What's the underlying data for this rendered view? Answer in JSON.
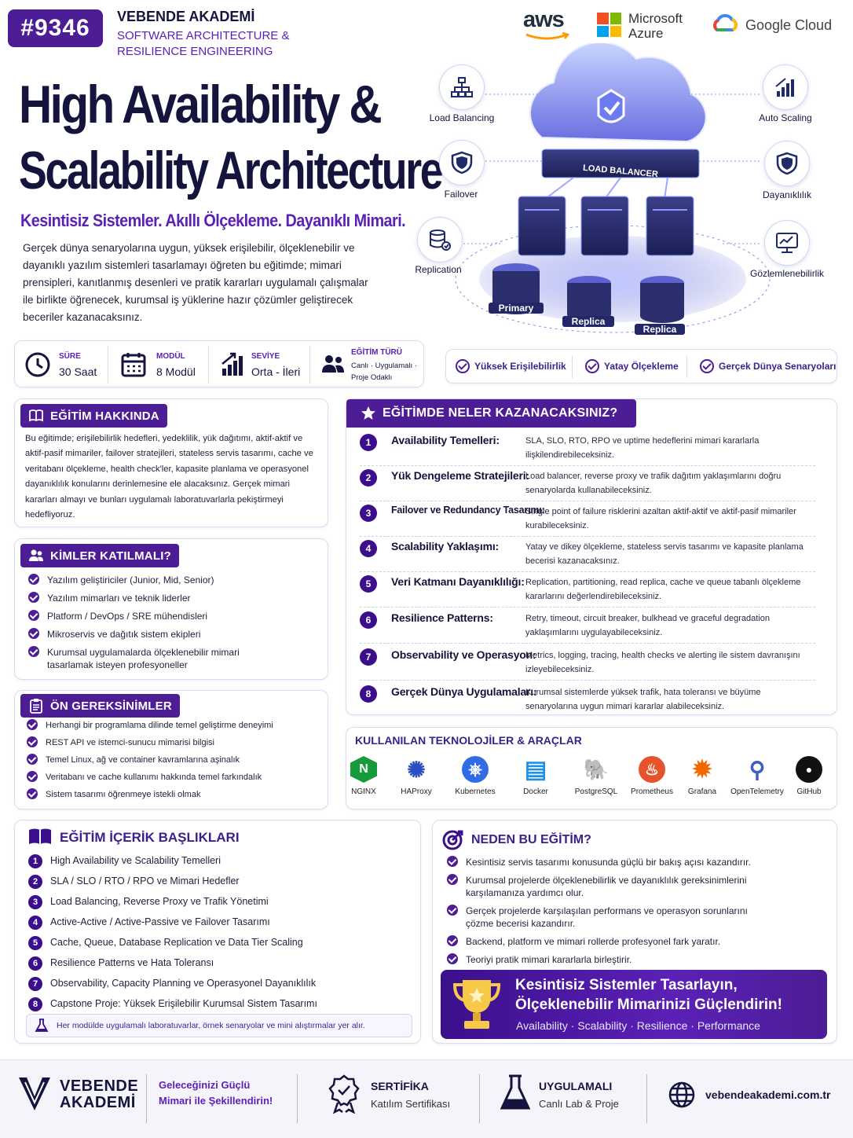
{
  "badge": "#9346",
  "brand": {
    "name": "VEBENDE AKADEMİ",
    "subtitle_line1": "SOFTWARE ARCHITECTURE &",
    "subtitle_line2": "RESILIENCE ENGINEERING"
  },
  "cloud_providers": {
    "aws": "aws",
    "azure_line1": "Microsoft",
    "azure_line2": "Azure",
    "google": "Google Cloud"
  },
  "title": {
    "line1": "High Availability &",
    "line2": "Scalability Architecture"
  },
  "tagline": "Kesintisiz Sistemler. Akıllı Ölçekleme. Dayanıklı Mimari.",
  "intro": "Gerçek dünya senaryolarına uygun, yüksek erişilebilir, ölçeklenebilir ve dayanıklı yazılım sistemleri tasarlamayı öğreten bu eğitimde; mimari prensipleri, kanıtlanmış desenleri ve pratik kararları uygulamalı çalışmalar ile birlikte öğrenecek, kurumsal iş yüklerine hazır çözümler geliştirecek beceriler kazanacaksınız.",
  "diagram": {
    "load_balancer": "LOAD BALANCER",
    "primary": "Primary",
    "replica1": "Replica",
    "replica2": "Replica",
    "labels": {
      "load_balancing": "Load Balancing",
      "failover": "Failover",
      "replication": "Replication",
      "auto_scaling": "Auto Scaling",
      "dayaniklilik": "Dayanıklılık",
      "gozlemlenebilirlik": "Gözlemlenebilirlik"
    }
  },
  "stats": [
    {
      "label": "SÜRE",
      "value": "30 Saat"
    },
    {
      "label": "MODÜL",
      "value": "8 Modül"
    },
    {
      "label": "SEVİYE",
      "value": "Orta - İleri"
    },
    {
      "label": "EĞİTİM TÜRÜ",
      "value_line1": "Canlı · Uygulamalı ·",
      "value_line2": "Proje Odaklı"
    }
  ],
  "features": [
    "Yüksek Erişilebilirlik",
    "Yatay Ölçekleme",
    "Gerçek Dünya Senaryoları"
  ],
  "about": {
    "title": "EĞİTİM HAKKINDA",
    "text": "Bu eğitimde; erişilebilirlik hedefleri, yedeklilik, yük dağıtımı, aktif-aktif ve aktif-pasif mimariler, failover stratejileri, stateless servis tasarımı, cache ve veritabanı ölçekleme, health check'ler, kapasite planlama ve operasyonel dayanıklılık konularını derinlemesine ele alacaksınız. Gerçek mimari kararları almayı ve bunları uygulamalı laboratuvarlarla pekiştirmeyi hedefliyoruz."
  },
  "who": {
    "title": "KİMLER KATILMALI?",
    "items": [
      "Yazılım geliştiriciler (Junior, Mid, Senior)",
      "Yazılım mimarları ve teknik liderler",
      "Platform / DevOps / SRE mühendisleri",
      "Mikroservis ve dağıtık sistem ekipleri",
      "Kurumsal uygulamalarda ölçeklenebilir mimari tasarlamak isteyen profesyoneller"
    ]
  },
  "prereq": {
    "title": "ÖN GEREKSİNİMLER",
    "items": [
      "Herhangi bir programlama dilinde temel geliştirme deneyimi",
      "REST API ve istemci-sunucu mimarisi bilgisi",
      "Temel Linux, ağ ve container kavramlarına aşinalık",
      "Veritabanı ve cache kullanımı hakkında temel farkındalık",
      "Sistem tasarımı öğrenmeye istekli olmak"
    ]
  },
  "gains": {
    "title": "EĞİTİMDE NELER KAZANACAKSINIZ?",
    "items": [
      {
        "n": "1",
        "t": "Availability Temelleri:",
        "d": "SLA, SLO, RTO, RPO ve uptime hedeflerini mimari kararlarla ilişkilendirebileceksiniz."
      },
      {
        "n": "2",
        "t": "Yük Dengeleme Stratejileri:",
        "d": "Load balancer, reverse proxy ve trafik dağıtım yaklaşımlarını doğru senaryolarda kullanabileceksiniz."
      },
      {
        "n": "3",
        "t": "Failover ve Redundancy Tasarımı:",
        "d": "Single point of failure risklerini azaltan aktif-aktif ve aktif-pasif mimariler kurabileceksiniz."
      },
      {
        "n": "4",
        "t": "Scalability Yaklaşımı:",
        "d": "Yatay ve dikey ölçekleme, stateless servis tasarımı ve kapasite planlama becerisi kazanacaksınız."
      },
      {
        "n": "5",
        "t": "Veri Katmanı Dayanıklılığı:",
        "d": "Replication, partitioning, read replica, cache ve queue tabanlı ölçekleme kararlarını değerlendirebileceksiniz."
      },
      {
        "n": "6",
        "t": "Resilience Patterns:",
        "d": "Retry, timeout, circuit breaker, bulkhead ve graceful degradation yaklaşımlarını uygulayabileceksiniz."
      },
      {
        "n": "7",
        "t": "Observability ve Operasyon:",
        "d": "Metrics, logging, tracing, health checks ve alerting ile sistem davranışını izleyebileceksiniz."
      },
      {
        "n": "8",
        "t": "Gerçek Dünya Uygulamaları:",
        "d": "Kurumsal sistemlerde yüksek trafik, hata toleransı ve büyüme senaryolarına uygun mimari kararlar alabileceksiniz."
      }
    ]
  },
  "tech": {
    "title": "KULLANILAN TEKNOLOJİLER & ARAÇLAR",
    "items": [
      {
        "name": "NGINX",
        "icon": "N",
        "color": "#169a3c"
      },
      {
        "name": "HAProxy",
        "icon": "✺",
        "color": "#2a4dbf"
      },
      {
        "name": "Kubernetes",
        "icon": "⎈",
        "color": "#326ce5"
      },
      {
        "name": "Docker",
        "icon": "▤",
        "color": "#1d91e6"
      },
      {
        "name": "PostgreSQL",
        "icon": "🐘",
        "color": "#336791"
      },
      {
        "name": "Prometheus",
        "icon": "♨",
        "color": "#e6522c"
      },
      {
        "name": "Grafana",
        "icon": "✹",
        "color": "#f46800"
      },
      {
        "name": "OpenTelemetry",
        "icon": "⚲",
        "color": "#425cc7"
      },
      {
        "name": "GitHub",
        "icon": "●",
        "color": "#111111"
      }
    ]
  },
  "content": {
    "title": "EĞİTİM İÇERİK BAŞLIKLARI",
    "items": [
      "High Availability ve Scalability Temelleri",
      "SLA / SLO / RTO / RPO ve Mimari Hedefler",
      "Load Balancing, Reverse Proxy ve Trafik Yönetimi",
      "Active-Active / Active-Passive ve Failover Tasarımı",
      "Cache, Queue, Database Replication ve Data Tier Scaling",
      "Resilience Patterns ve Hata Toleransı",
      "Observability, Capacity Planning ve Operasyonel Dayanıklılık",
      "Capstone Proje: Yüksek Erişilebilir Kurumsal Sistem Tasarımı"
    ],
    "note": "Her modülde uygulamalı laboratuvarlar, örnek senaryolar ve mini alıştırmalar yer alır."
  },
  "why": {
    "title": "NEDEN BU EĞİTİM?",
    "items": [
      "Kesintisiz servis tasarımı konusunda güçlü bir bakış açısı kazandırır.",
      "Kurumsal projelerde ölçeklenebilirlik ve dayanıklılık gereksinimlerini karşılamanıza yardımcı olur.",
      "Gerçek projelerde karşılaşılan performans ve operasyon sorunlarını çözme becerisi kazandırır.",
      "Backend, platform ve mimari rollerde profesyonel fark yaratır.",
      "Teoriyi pratik mimari kararlarla birleştirir."
    ]
  },
  "cta": {
    "line1": "Kesintisiz Sistemler Tasarlayın,",
    "line2": "Ölçeklenebilir Mimarinizi Güçlendirin!",
    "tags": "Availability · Scalability · Resilience · Performance"
  },
  "footer": {
    "brand_line1": "VEBENDE",
    "brand_line2": "AKADEMİ",
    "slogan_line1": "Geleceğinizi Güçlü",
    "slogan_line2": "Mimari ile Şekillendirin!",
    "cert_title": "SERTİFİKA",
    "cert_sub": "Katılım Sertifikası",
    "lab_title": "UYGULAMALI",
    "lab_sub": "Canlı Lab & Proje",
    "website": "vebendeakademi.com.tr"
  }
}
